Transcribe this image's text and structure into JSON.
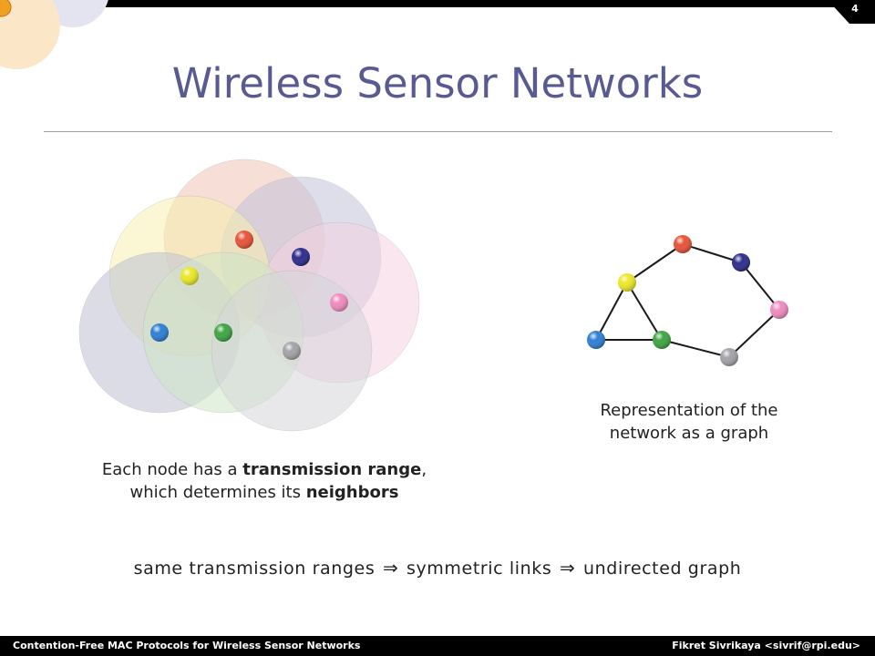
{
  "slide": {
    "page_number": "4",
    "title": "Wireless Sensor Networks"
  },
  "left_caption": {
    "line1_pre": "Each node has a ",
    "line1_bold": "transmission range",
    "line1_post": ",",
    "line2_pre": "which determines its ",
    "line2_bold": "neighbors"
  },
  "right_caption": {
    "line1": "Representation of the",
    "line2": "network as a graph"
  },
  "summary": {
    "part1": "same transmission ranges",
    "part2": "symmetric links",
    "part3": "undirected graph",
    "arrow_symbol": "⇒"
  },
  "footer": {
    "left": "Contention-Free MAC Protocols for Wireless Sensor Networks",
    "right": "Fikret Sivrikaya <sivrif@rpi.edu>"
  },
  "nodes": [
    {
      "name": "red",
      "color": "#e8543a"
    },
    {
      "name": "navy",
      "color": "#2e2e8c"
    },
    {
      "name": "yellow",
      "color": "#ece82a"
    },
    {
      "name": "pink",
      "color": "#f08cc0"
    },
    {
      "name": "blue",
      "color": "#2f7fd4"
    },
    {
      "name": "green",
      "color": "#3fa544"
    },
    {
      "name": "gray",
      "color": "#a4a4a8"
    }
  ],
  "graph_edges": [
    [
      "yellow",
      "red"
    ],
    [
      "red",
      "navy"
    ],
    [
      "navy",
      "pink"
    ],
    [
      "pink",
      "gray"
    ],
    [
      "gray",
      "green"
    ],
    [
      "green",
      "blue"
    ],
    [
      "blue",
      "yellow"
    ],
    [
      "yellow",
      "green"
    ]
  ],
  "colors": {
    "title": "#5a5a92",
    "range_red": "#f2c4b8",
    "range_navy": "#c4c4dc",
    "range_yellow": "#f8f0b0",
    "range_pink": "#f5d2e2",
    "range_blue": "#c4c6d4",
    "range_green": "#d0e6c8",
    "range_gray": "#d6d6da"
  }
}
